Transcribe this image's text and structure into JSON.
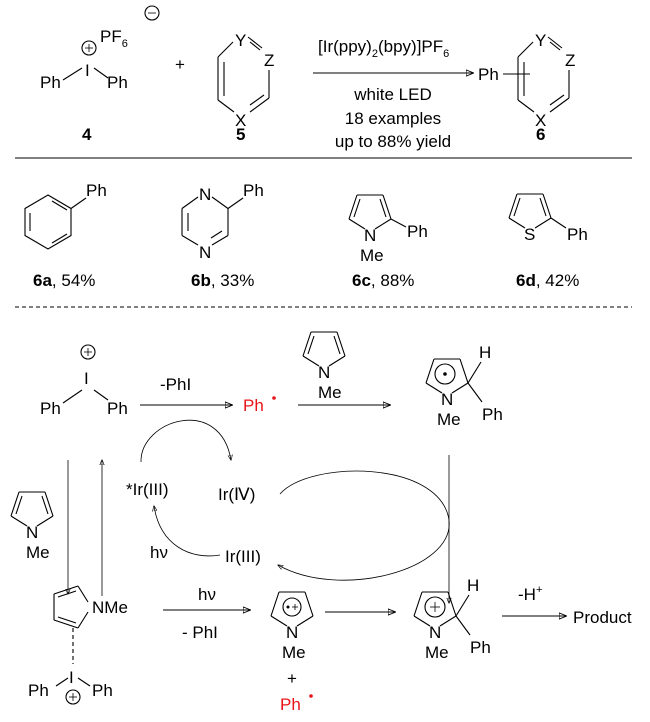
{
  "reaction": {
    "reagent4": {
      "pf": "PF",
      "pf_sub": "6",
      "iodine": "I",
      "ph_left": "Ph",
      "ph_right": "Ph",
      "label": "4"
    },
    "plus": "+",
    "reagent5": {
      "y": "Y",
      "z": "Z",
      "x": "X",
      "label": "5"
    },
    "conditions": {
      "catalyst_main": "[Ir(ppy)",
      "catalyst_sub1": "2",
      "catalyst_mid": "(bpy)]PF",
      "catalyst_sub2": "6",
      "light": "white LED",
      "examples": "18 examples",
      "yield": "up to 88% yield"
    },
    "product6": {
      "ph": "Ph",
      "y": "Y",
      "z": "Z",
      "x": "X",
      "label": "6"
    }
  },
  "examples": [
    {
      "id": "6a",
      "yield": ", 54%",
      "ph": "Ph"
    },
    {
      "id": "6b",
      "yield": ", 33%",
      "ph": "Ph",
      "n1": "N",
      "n2": "N"
    },
    {
      "id": "6c",
      "yield": ", 88%",
      "ph": "Ph",
      "n": "N",
      "me": "Me"
    },
    {
      "id": "6d",
      "yield": ", 42%",
      "ph": "Ph",
      "s": "S"
    }
  ],
  "mechanism": {
    "iodonium": {
      "ph_left": "Ph",
      "iodine": "I",
      "ph_right": "Ph"
    },
    "minus_phi": "-PhI",
    "phenyl_radical": "Ph",
    "pyrrole_top": {
      "n": "N",
      "me": "Me"
    },
    "radical_adduct": {
      "h": "H",
      "n": "N",
      "me": "Me",
      "ph": "Ph"
    },
    "pyrrole_left": {
      "n": "N",
      "me": "Me"
    },
    "ir_excited": "*Ir(III)",
    "ir_iv": "Ir(Ⅳ)",
    "ir_iii": "Ir(III)",
    "hv_cycle": "hν",
    "complex": {
      "nme": "NMe",
      "iodine": "I",
      "ph_left": "Ph",
      "ph_right": "Ph"
    },
    "hv_bottom": "hν",
    "minus_phi_bottom": "- PhI",
    "radical_cation": {
      "n": "N",
      "me": "Me",
      "plus": "+",
      "ph": "Ph"
    },
    "cation_adduct": {
      "h": "H",
      "n": "N",
      "me": "Me",
      "ph": "Ph"
    },
    "minus_h": "-H",
    "minus_h_sup": "+",
    "product": "Product"
  },
  "colors": {
    "radical": "#e8141a"
  }
}
